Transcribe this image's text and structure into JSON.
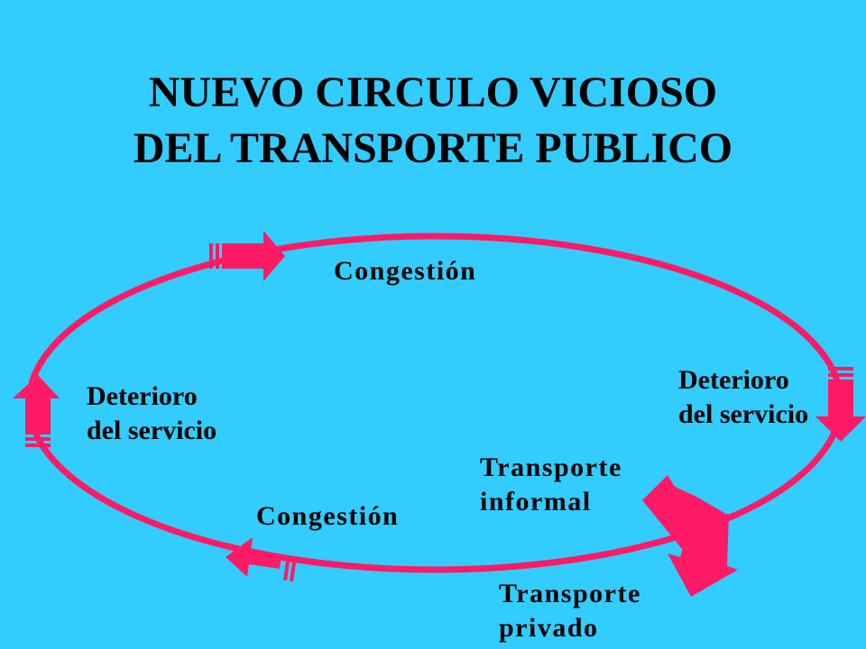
{
  "title": {
    "line1": "NUEVO CIRCULO VICIOSO",
    "line2": "DEL TRANSPORTE PUBLICO"
  },
  "labels": {
    "congestion_top": "Congestión",
    "congestion_bottom": "Congestión",
    "deterioro_left": {
      "line1": "Deterioro",
      "line2": "del servicio"
    },
    "deterioro_right": {
      "line1": "Deterioro",
      "line2": "del servicio"
    },
    "informal": {
      "line1": "Transporte",
      "line2": "informal"
    },
    "privado": {
      "line1": "Transporte",
      "line2": "privado"
    }
  },
  "colors": {
    "background": "#33ccff",
    "cycle": "#ff1a66",
    "text": "#000000"
  },
  "icons": [
    "arrow-right-icon",
    "arrow-down-icon",
    "arrow-left-icon",
    "arrow-up-icon",
    "branch-arrow-up-left-icon",
    "branch-arrow-down-icon"
  ]
}
